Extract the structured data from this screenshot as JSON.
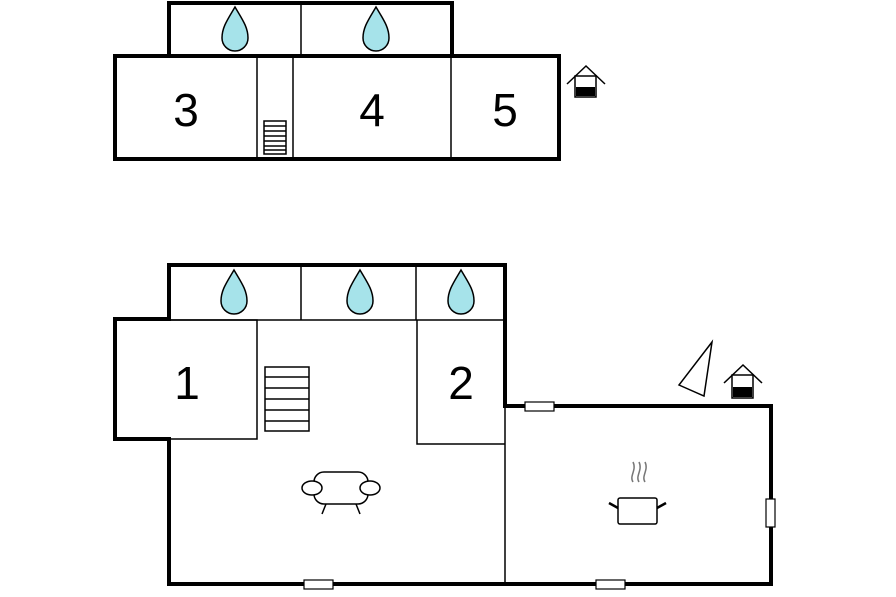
{
  "floors": {
    "upper": {
      "rooms": [
        {
          "number": "3"
        },
        {
          "number": "4"
        },
        {
          "number": "5"
        }
      ]
    },
    "lower": {
      "rooms": [
        {
          "number": "1"
        },
        {
          "number": "2"
        }
      ]
    }
  },
  "icons": {
    "bathroom": "water-drop-icon",
    "stairs": "stairs-icon",
    "exit": "house-exit-icon",
    "living": "sofa-icon",
    "kitchen": "cooking-pot-icon",
    "north": "north-arrow-icon",
    "window": "window-icon"
  },
  "colors": {
    "water": "#a6e3ea",
    "wall": "#000000",
    "background": "#ffffff"
  }
}
